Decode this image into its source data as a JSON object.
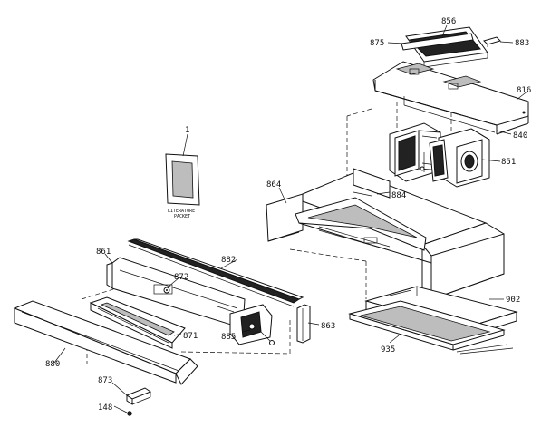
{
  "diagram": {
    "literature_label_1": "LITERATURE",
    "literature_label_2": "PACKET",
    "parts": [
      {
        "id": "856"
      },
      {
        "id": "875"
      },
      {
        "id": "883"
      },
      {
        "id": "816"
      },
      {
        "id": "840"
      },
      {
        "id": "851"
      },
      {
        "id": "1"
      },
      {
        "id": "864"
      },
      {
        "id": "884"
      },
      {
        "id": "861"
      },
      {
        "id": "882"
      },
      {
        "id": "872"
      },
      {
        "id": "902"
      },
      {
        "id": "871"
      },
      {
        "id": "885"
      },
      {
        "id": "863"
      },
      {
        "id": "880"
      },
      {
        "id": "935"
      },
      {
        "id": "873"
      },
      {
        "id": "148"
      }
    ]
  }
}
